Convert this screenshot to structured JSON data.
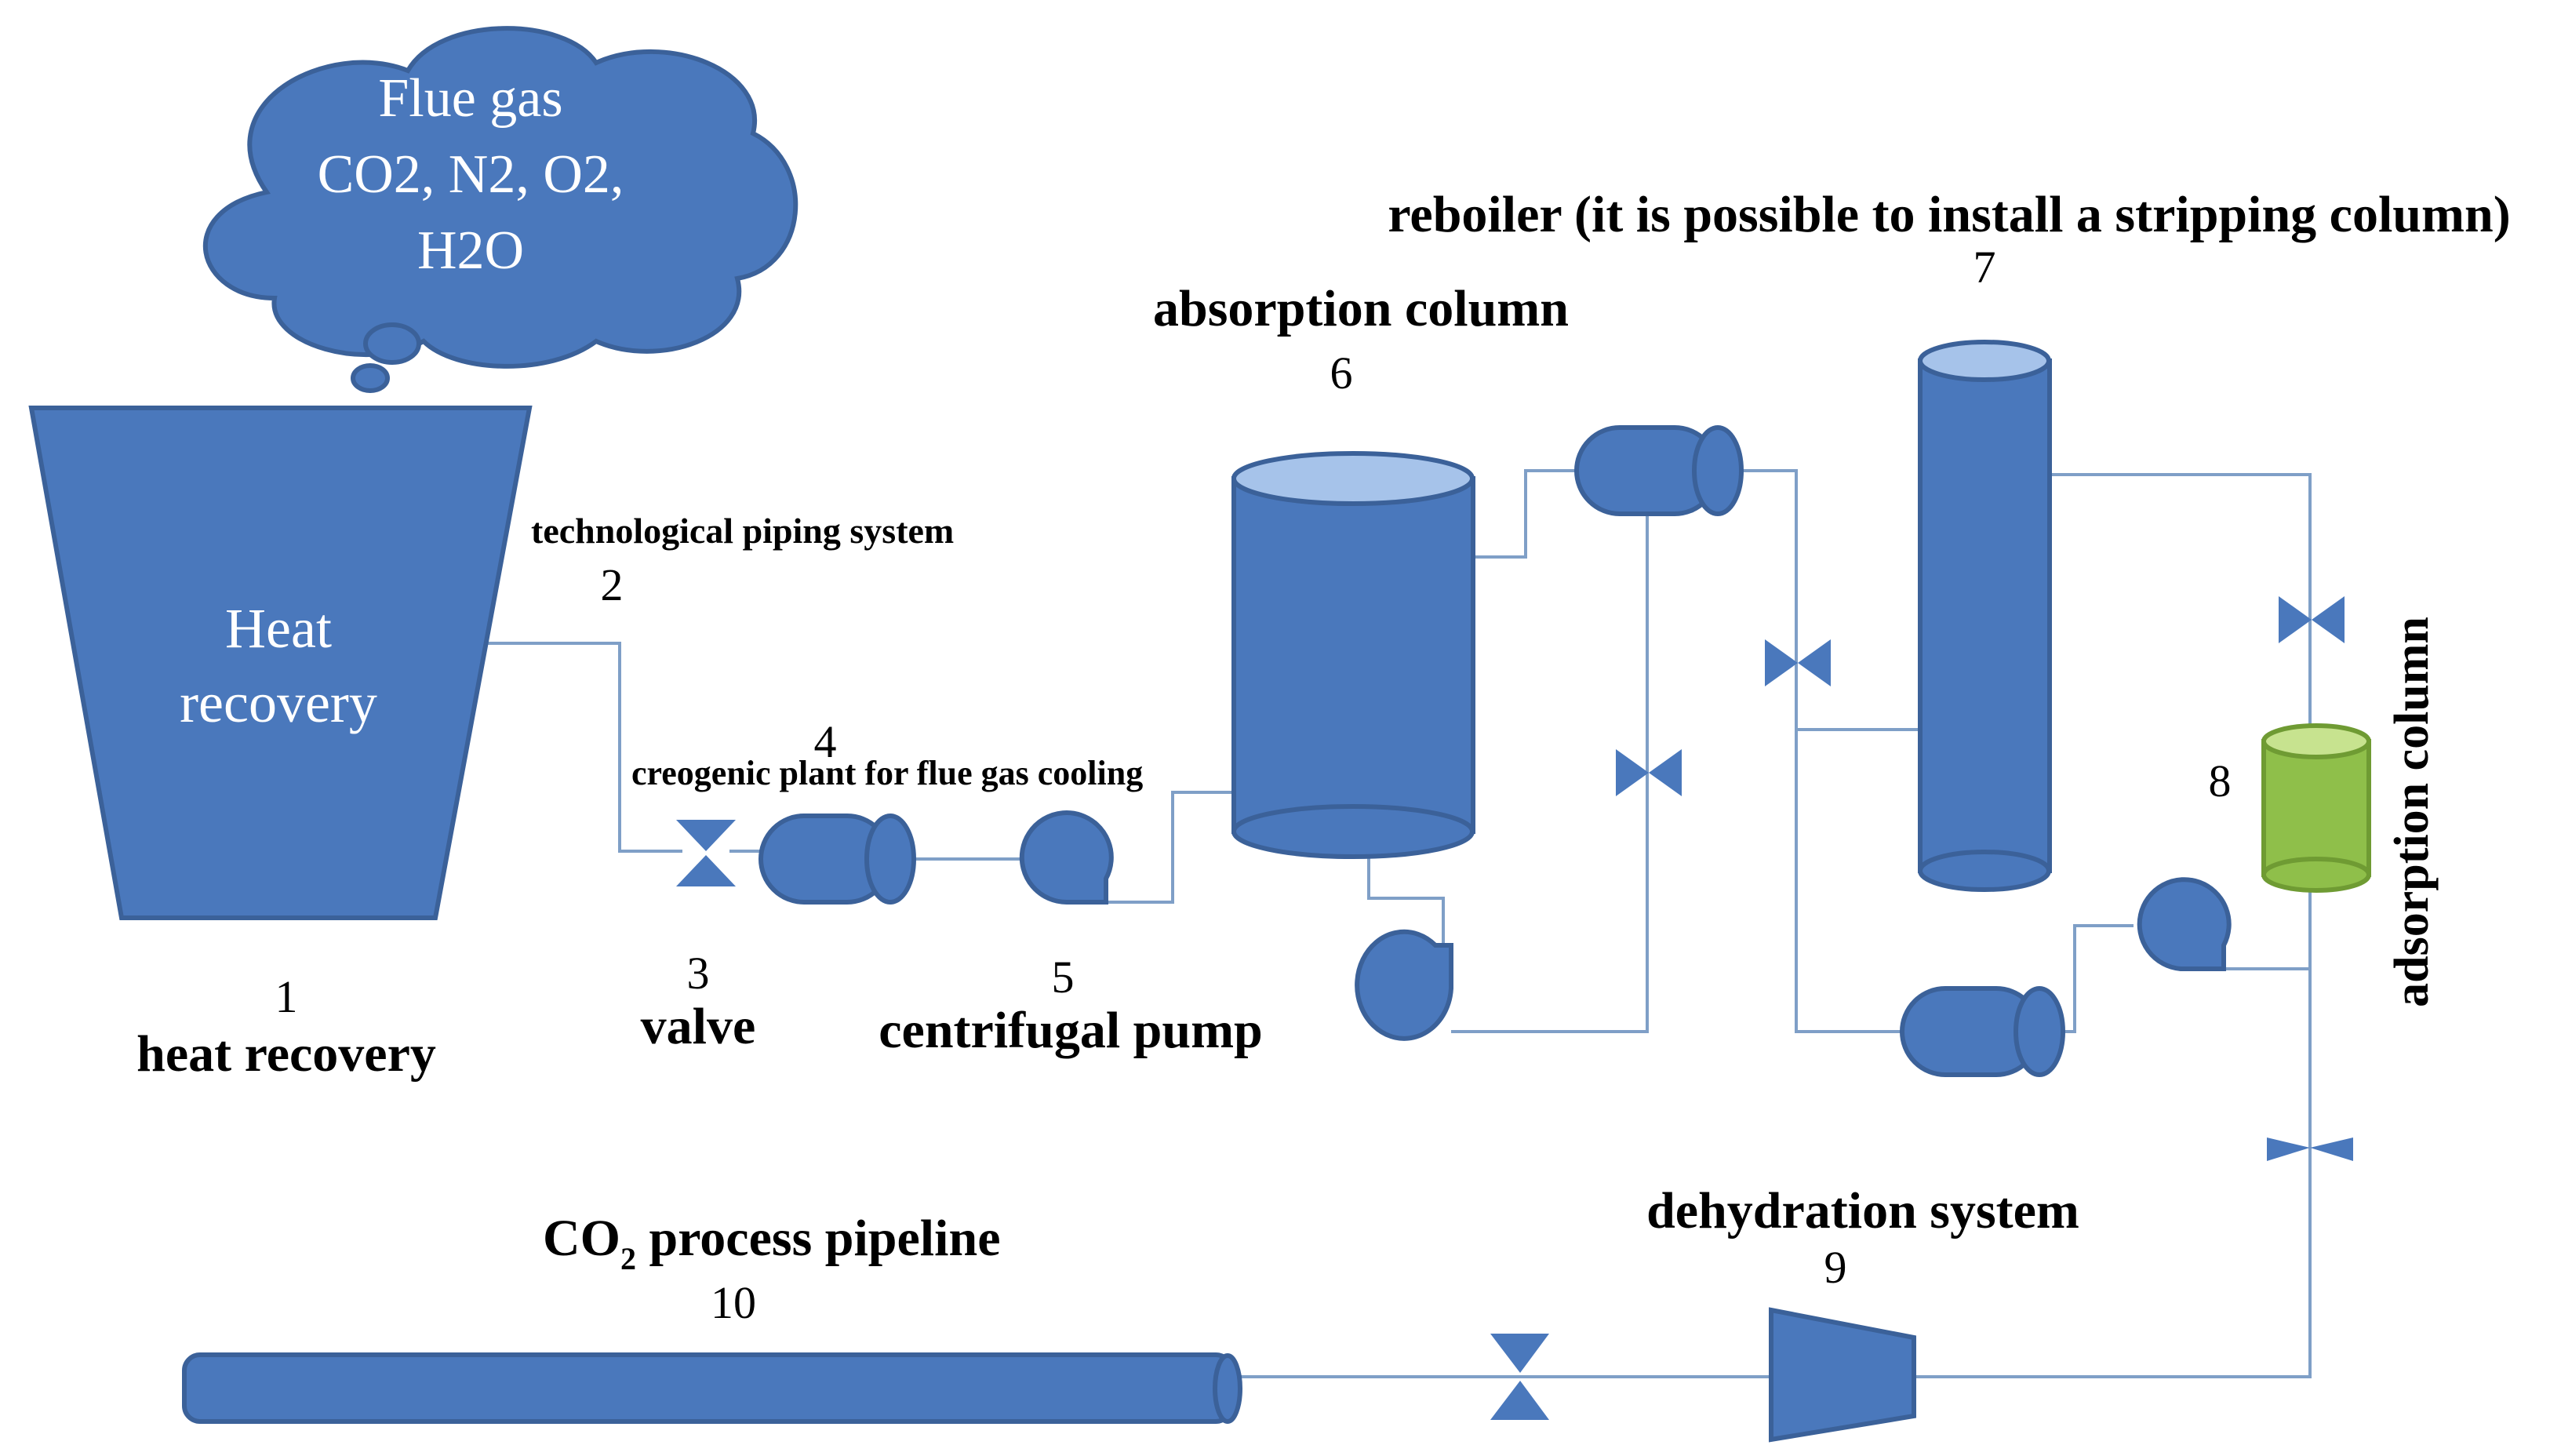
{
  "colors": {
    "equipment": "#4a78bc",
    "equipment_edge": "#3b6199",
    "column_top": "#a6c3ea",
    "pipe": "#7f9fc7",
    "green_column": "#8fbf4a",
    "green_top": "#c7e38f"
  },
  "cloud": {
    "line1": "Flue gas",
    "line2": "CO2, N2, O2,",
    "line3": "H2O"
  },
  "heat_recovery": {
    "line1": "Heat",
    "line2": "recovery",
    "number": "1",
    "label": "heat recovery"
  },
  "piping": {
    "label": "technological piping system",
    "number": "2"
  },
  "valve": {
    "number": "3",
    "label": "valve"
  },
  "cryogenic": {
    "number": "4",
    "label": "creogenic plant for flue gas cooling"
  },
  "pump": {
    "number": "5",
    "label": "centrifugal pump"
  },
  "absorption": {
    "label": "absorption column",
    "number": "6"
  },
  "reboiler": {
    "label": "reboiler (it is possible to install a stripping column)",
    "number": "7"
  },
  "adsorption": {
    "number": "8",
    "label": "adsorption column"
  },
  "dehydration": {
    "label": "dehydration system",
    "number": "9"
  },
  "pipeline": {
    "label_prefix": "CO",
    "label_sub": "2",
    "label_suffix": " process pipeline",
    "number": "10"
  }
}
